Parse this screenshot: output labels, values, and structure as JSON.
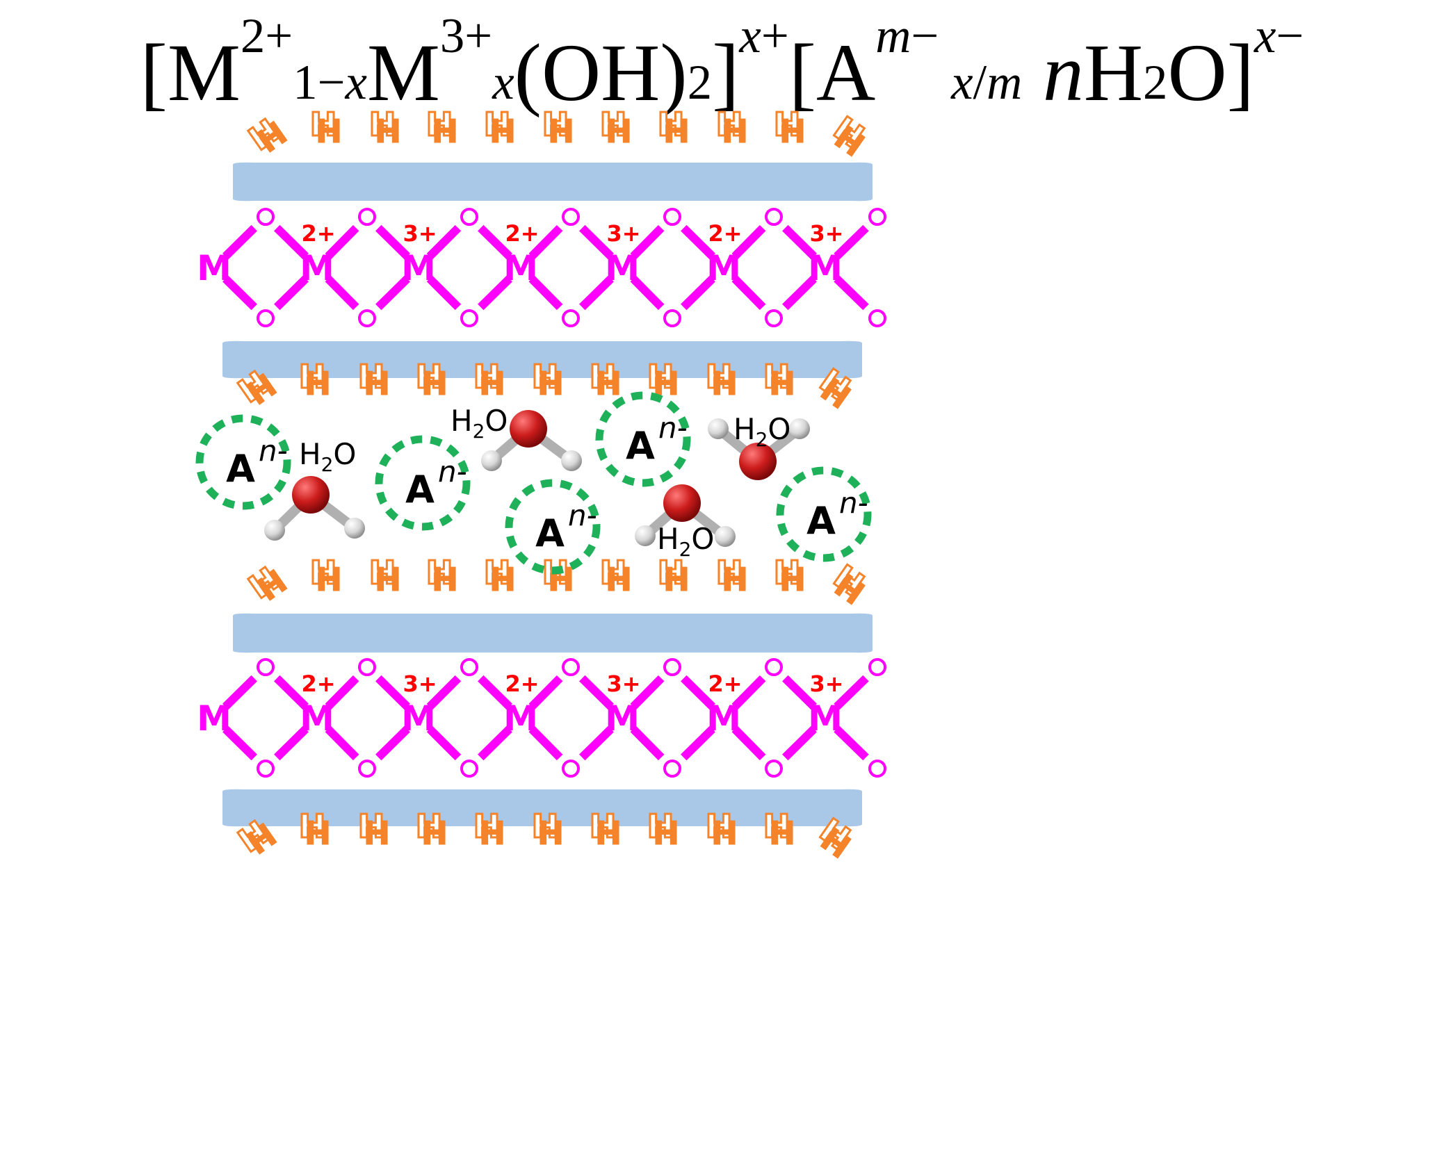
{
  "formula": {
    "open1": "[M",
    "m2_charge": "2+",
    "m2_sub": "1−x",
    "m3_base": "M",
    "m3_charge": "3+",
    "m3_sub": "x",
    "oh": " (OH)",
    "oh_sub": "2",
    "close1": "]",
    "x_plus": "x+",
    "open2": " [A",
    "a_charge": "m−",
    "a_sub": " x/m",
    "n_coef": " n",
    "h": "H",
    "h2_sub": "2",
    "o_close": "O]",
    "x_minus": "x−"
  },
  "labels": {
    "metal": "M",
    "oxygen": "O",
    "charge_divalent": "2+",
    "charge_trivalent": "3+",
    "anion_base": "A",
    "anion_charge": "n-",
    "water_h": "H",
    "water_sub": "2",
    "water_o": "O",
    "hydroxyl_glyph": "H"
  },
  "layers": [
    {
      "name": "upper-brucite-layer",
      "charges": [
        "2+",
        "3+",
        "2+",
        "3+",
        "2+",
        "3+"
      ]
    },
    {
      "name": "lower-brucite-layer",
      "charges": [
        "2+",
        "3+",
        "2+",
        "3+",
        "2+",
        "3+"
      ]
    }
  ],
  "interlayer": {
    "anion_count": 5,
    "water_label_count": 4,
    "water_molecule_count": 4
  },
  "colors": {
    "sheet": "#a9c8e8",
    "bond": "#ff00ff",
    "charge": "#ff0000",
    "hydroxyl": "#f4832a",
    "anion_ring": "#1fb15a",
    "water_oxygen": "#cc1c1c",
    "water_hydrogen": "#d6d6d6",
    "text": "#000000"
  }
}
